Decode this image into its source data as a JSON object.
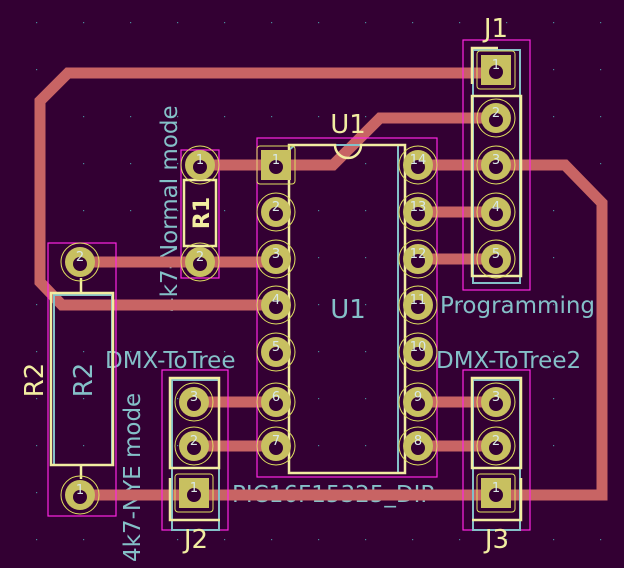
{
  "board": {
    "background": "#330033",
    "trace_color": "#c86464",
    "silk_color": "#f2eda1",
    "fab_color": "#84c0c8",
    "courtyard_color": "#ff26e2",
    "pad_color": "#c8c060"
  },
  "components": {
    "U1": {
      "ref": "U1",
      "value": "PIC16F15325_DIP",
      "left_pins": [
        "1",
        "2",
        "3",
        "4",
        "5",
        "6",
        "7"
      ],
      "right_pins": [
        "14",
        "13",
        "12",
        "11",
        "10",
        "9",
        "8"
      ]
    },
    "R1": {
      "ref": "R1",
      "value": "4k7-Normal mode",
      "pins": [
        "1",
        "2"
      ]
    },
    "R2": {
      "ref": "R2",
      "value": "4k7-NYE mode",
      "pins": [
        "2",
        "1"
      ]
    },
    "J1": {
      "ref": "J1",
      "value": "Programming",
      "pins": [
        "1",
        "2",
        "3",
        "4",
        "5"
      ]
    },
    "J2": {
      "ref": "J2",
      "value": "DMX-ToTree",
      "pins": [
        "3",
        "2",
        "1"
      ]
    },
    "J3": {
      "ref": "J3",
      "value": "DMX-ToTree2",
      "pins": [
        "3",
        "2",
        "1"
      ]
    }
  }
}
